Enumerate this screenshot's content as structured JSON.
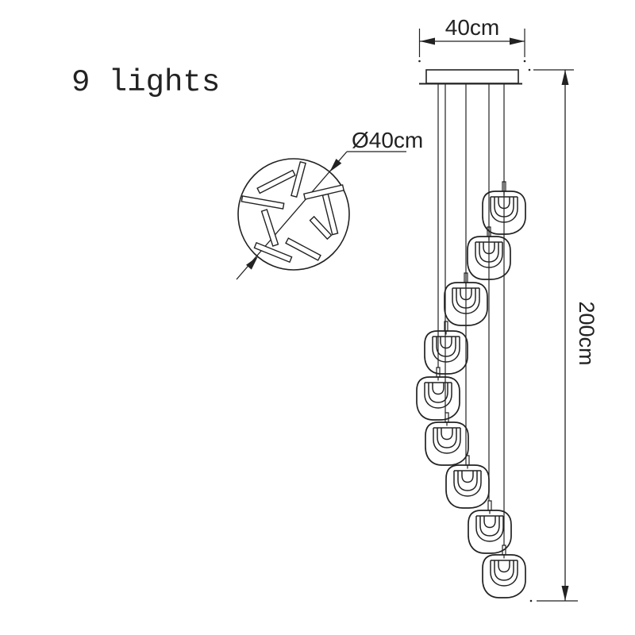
{
  "title": "9 lights",
  "light_count": 9,
  "dimensions": {
    "width_label": "40cm",
    "diameter_label": "Ø40cm",
    "height_label": "200cm"
  },
  "colors": {
    "line": "#222222",
    "background": "#ffffff"
  }
}
